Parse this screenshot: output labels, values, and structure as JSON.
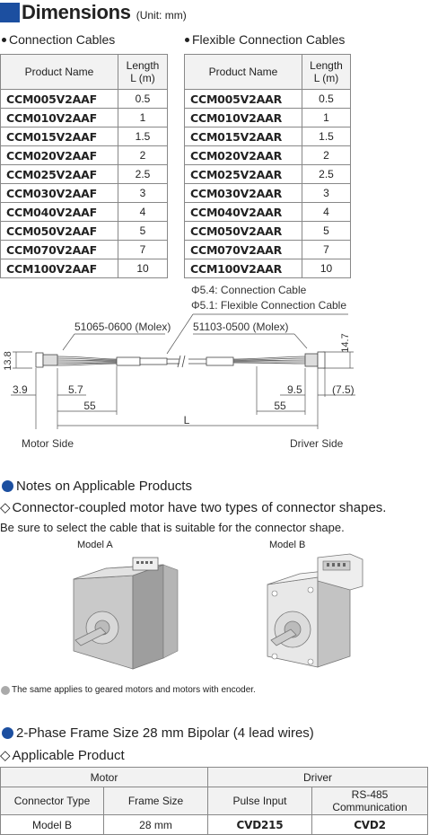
{
  "header": {
    "title": "Dimensions",
    "unit": "(Unit: mm)"
  },
  "connection_cables": {
    "heading": "Connection Cables",
    "col_product": "Product Name",
    "col_length_1": "Length",
    "col_length_2": "L (m)",
    "rows": [
      {
        "name": "CCM005V2AAF",
        "length": "0.5"
      },
      {
        "name": "CCM010V2AAF",
        "length": "1"
      },
      {
        "name": "CCM015V2AAF",
        "length": "1.5"
      },
      {
        "name": "CCM020V2AAF",
        "length": "2"
      },
      {
        "name": "CCM025V2AAF",
        "length": "2.5"
      },
      {
        "name": "CCM030V2AAF",
        "length": "3"
      },
      {
        "name": "CCM040V2AAF",
        "length": "4"
      },
      {
        "name": "CCM050V2AAF",
        "length": "5"
      },
      {
        "name": "CCM070V2AAF",
        "length": "7"
      },
      {
        "name": "CCM100V2AAF",
        "length": "10"
      }
    ]
  },
  "flexible_cables": {
    "heading": "Flexible Connection Cables",
    "col_product": "Product Name",
    "col_length_1": "Length",
    "col_length_2": "L (m)",
    "rows": [
      {
        "name": "CCM005V2AAR",
        "length": "0.5"
      },
      {
        "name": "CCM010V2AAR",
        "length": "1"
      },
      {
        "name": "CCM015V2AAR",
        "length": "1.5"
      },
      {
        "name": "CCM020V2AAR",
        "length": "2"
      },
      {
        "name": "CCM025V2AAR",
        "length": "2.5"
      },
      {
        "name": "CCM030V2AAR",
        "length": "3"
      },
      {
        "name": "CCM040V2AAR",
        "length": "4"
      },
      {
        "name": "CCM050V2AAR",
        "length": "5"
      },
      {
        "name": "CCM070V2AAR",
        "length": "7"
      },
      {
        "name": "CCM100V2AAR",
        "length": "10"
      }
    ]
  },
  "drawing": {
    "diam_conn": "Φ5.4: Connection Cable",
    "diam_flex": "Φ5.1: Flexible Connection Cable",
    "connector_left": "51065-0600 (Molex)",
    "connector_right": "51103-0500 (Molex)",
    "dim_13_8": "13.8",
    "dim_14_7": "14.7",
    "dim_3_9": "3.9",
    "dim_5_7": "5.7",
    "dim_55_left": "55",
    "dim_9_5": "9.5",
    "dim_7_5": "(7.5)",
    "dim_55_right": "55",
    "dim_L": "L",
    "motor_side": "Motor Side",
    "driver_side": "Driver Side"
  },
  "notes": {
    "heading": "Notes on Applicable Products",
    "subheading": "Connector-coupled motor have two types of connector shapes.",
    "instruction": "Be sure to select the cable that is suitable for the connector shape.",
    "model_a": "Model A",
    "model_b": "Model B",
    "footnote": "The same applies to geared motors and motors with encoder."
  },
  "two_phase": {
    "heading": "2-Phase Frame Size 28 mm Bipolar (4 lead wires)",
    "subheading": "Applicable Product",
    "group_motor": "Motor",
    "group_driver": "Driver",
    "col_connector_type": "Connector Type",
    "col_frame_size": "Frame Size",
    "col_pulse_input": "Pulse Input",
    "col_rs485": "RS-485 Communication",
    "row": {
      "connector_type": "Model B",
      "frame_size": "28 mm",
      "pulse_input": "CVD215",
      "rs485": "CVD2"
    }
  },
  "colors": {
    "accent_blue": "#1c4fa0",
    "header_bg": "#f2f2f2",
    "footnote_dot": "#aaaaaa"
  }
}
